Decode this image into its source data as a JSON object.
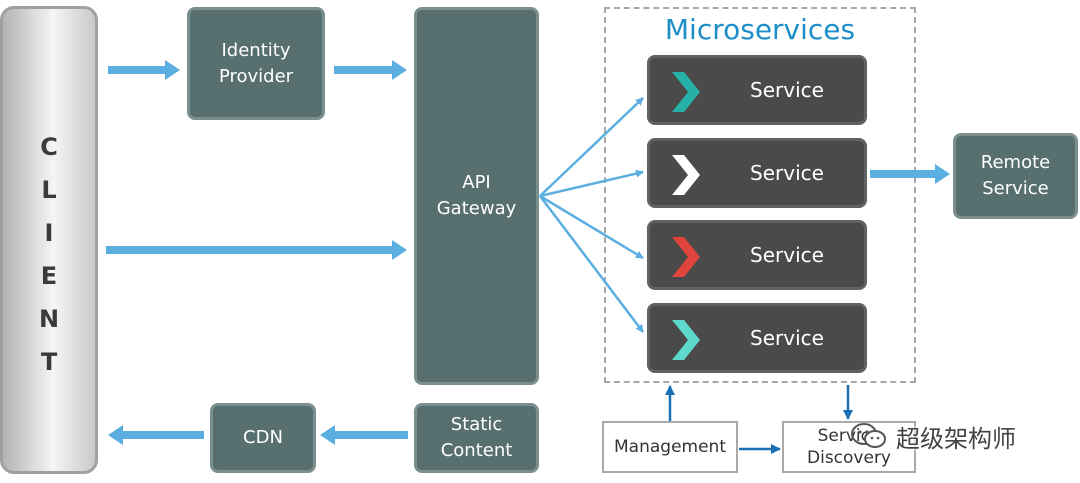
{
  "client": {
    "letters": [
      "C",
      "L",
      "I",
      "E",
      "N",
      "T"
    ]
  },
  "identity_provider": {
    "line1": "Identity",
    "line2": "Provider"
  },
  "api_gateway": {
    "line1": "API",
    "line2": "Gateway"
  },
  "cdn": {
    "label": "CDN"
  },
  "static_content": {
    "line1": "Static",
    "line2": "Content"
  },
  "microservices": {
    "title": "Microservices",
    "services": [
      {
        "label": "Service",
        "chevron_color": "#26b0a8"
      },
      {
        "label": "Service",
        "chevron_color": "#ffffff"
      },
      {
        "label": "Service",
        "chevron_color": "#e0443c"
      },
      {
        "label": "Service",
        "chevron_color": "#5fd8cc"
      }
    ]
  },
  "remote_service": {
    "line1": "Remote",
    "line2": "Service"
  },
  "management": {
    "label": "Management"
  },
  "service_discovery": {
    "line1": "Service",
    "line2": "Discovery"
  },
  "watermark": {
    "text": "超级架构师"
  },
  "colors": {
    "box_fill": "#57706f",
    "service_fill": "#4a4a4a",
    "arrow": "#5aaee0",
    "arrow_dark": "#1c6fb0",
    "title": "#1e8ec9"
  }
}
